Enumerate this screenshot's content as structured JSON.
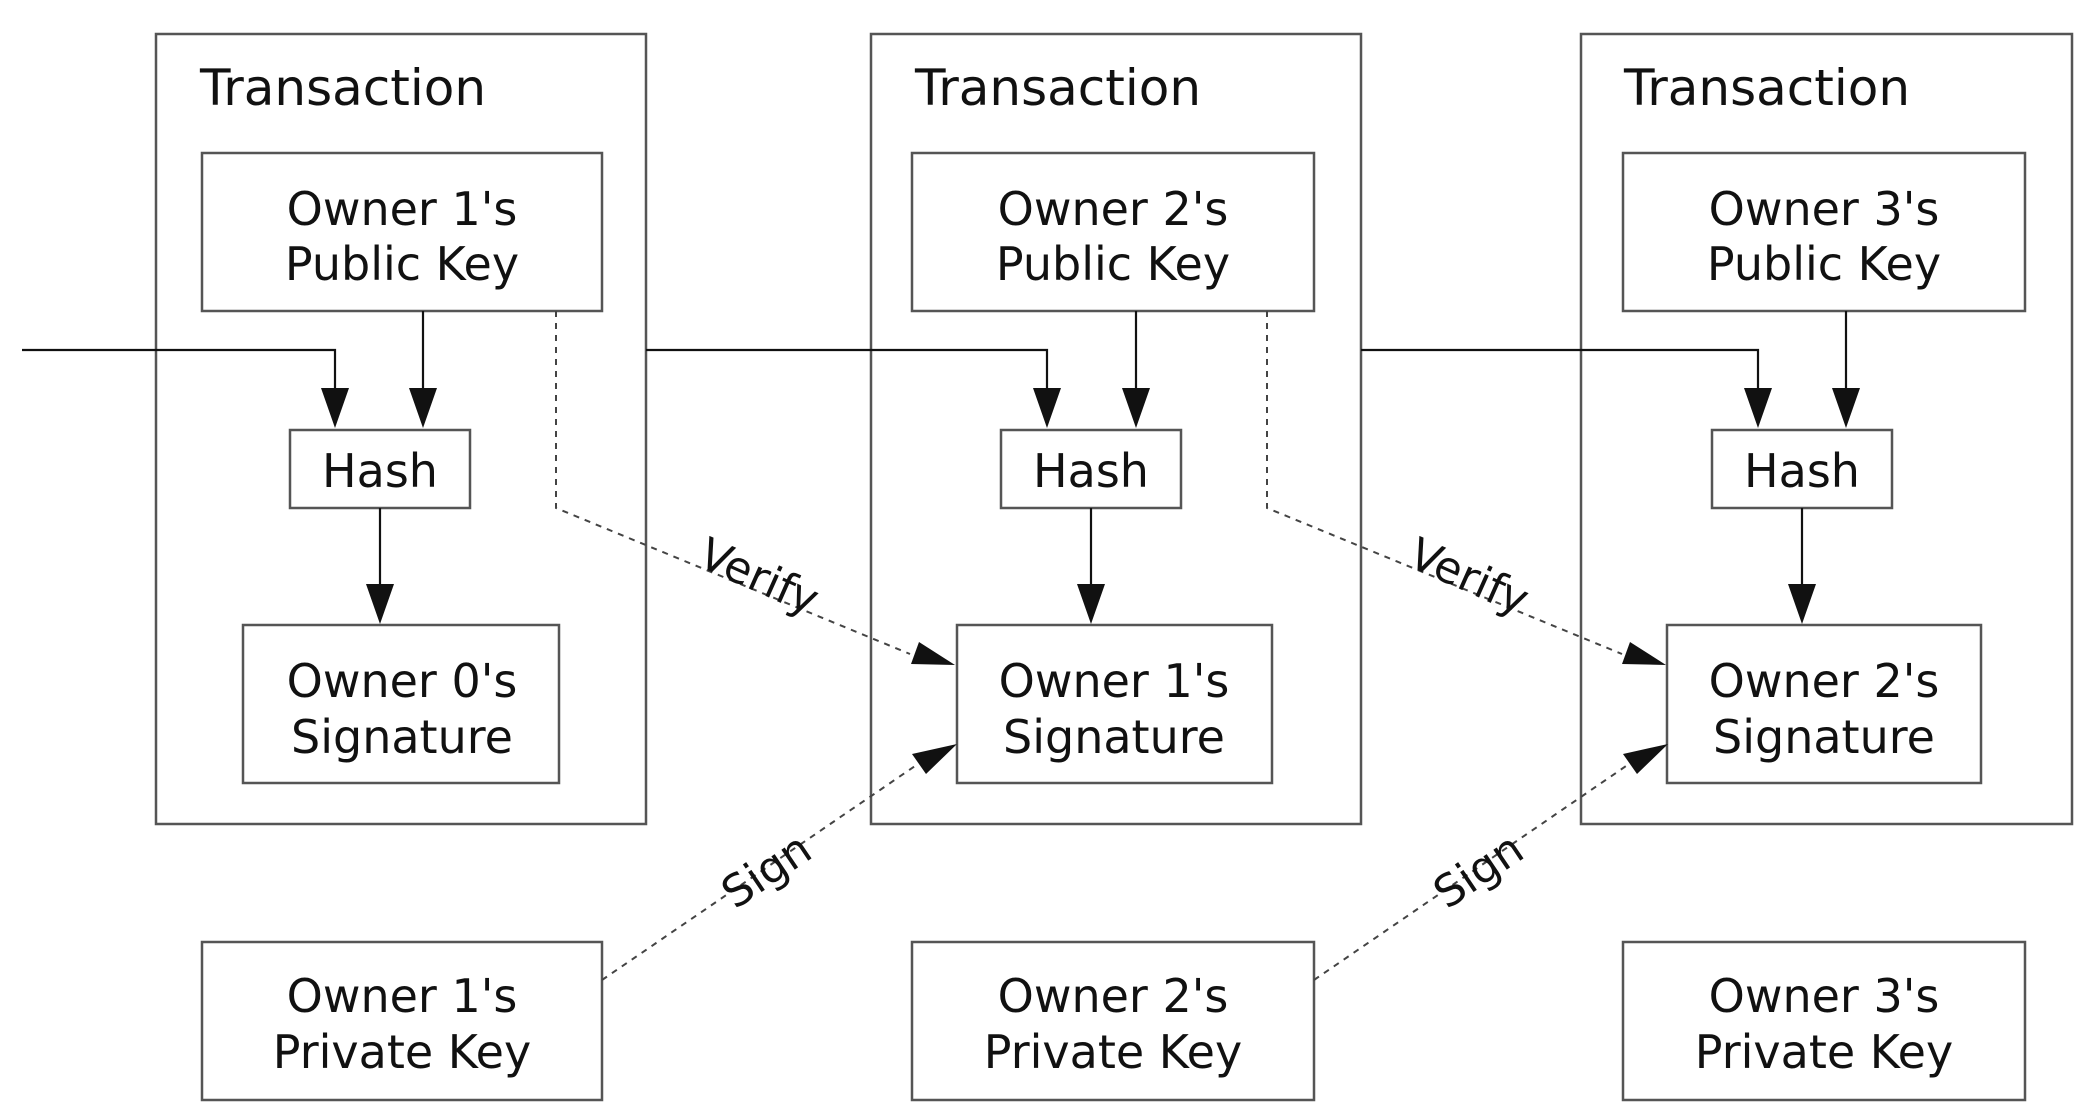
{
  "transactions": [
    {
      "title": "Transaction",
      "public_key": [
        "Owner 1's",
        "Public Key"
      ],
      "hash": "Hash",
      "signature": [
        "Owner 0's",
        "Signature"
      ]
    },
    {
      "title": "Transaction",
      "public_key": [
        "Owner 2's",
        "Public Key"
      ],
      "hash": "Hash",
      "signature": [
        "Owner 1's",
        "Signature"
      ]
    },
    {
      "title": "Transaction",
      "public_key": [
        "Owner 3's",
        "Public Key"
      ],
      "hash": "Hash",
      "signature": [
        "Owner 2's",
        "Signature"
      ]
    }
  ],
  "private_keys": [
    [
      "Owner 1's",
      "Private Key"
    ],
    [
      "Owner 2's",
      "Private Key"
    ],
    [
      "Owner 3's",
      "Private Key"
    ]
  ],
  "edge_labels": {
    "verify": [
      "Verify",
      "Verify"
    ],
    "sign": [
      "Sign",
      "Sign"
    ]
  }
}
